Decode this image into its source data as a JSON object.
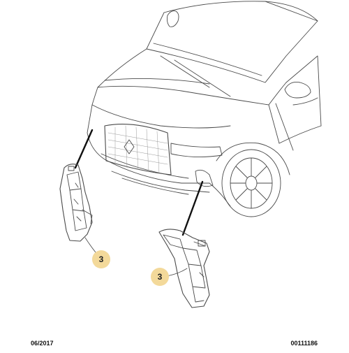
{
  "callouts": [
    {
      "label": "3"
    },
    {
      "label": "3"
    }
  ],
  "footer": {
    "date": "06/2017",
    "reference": "00111186"
  },
  "colors": {
    "line": "#4a4a4a",
    "callout_fill": "#f3d99a",
    "background": "#ffffff"
  }
}
